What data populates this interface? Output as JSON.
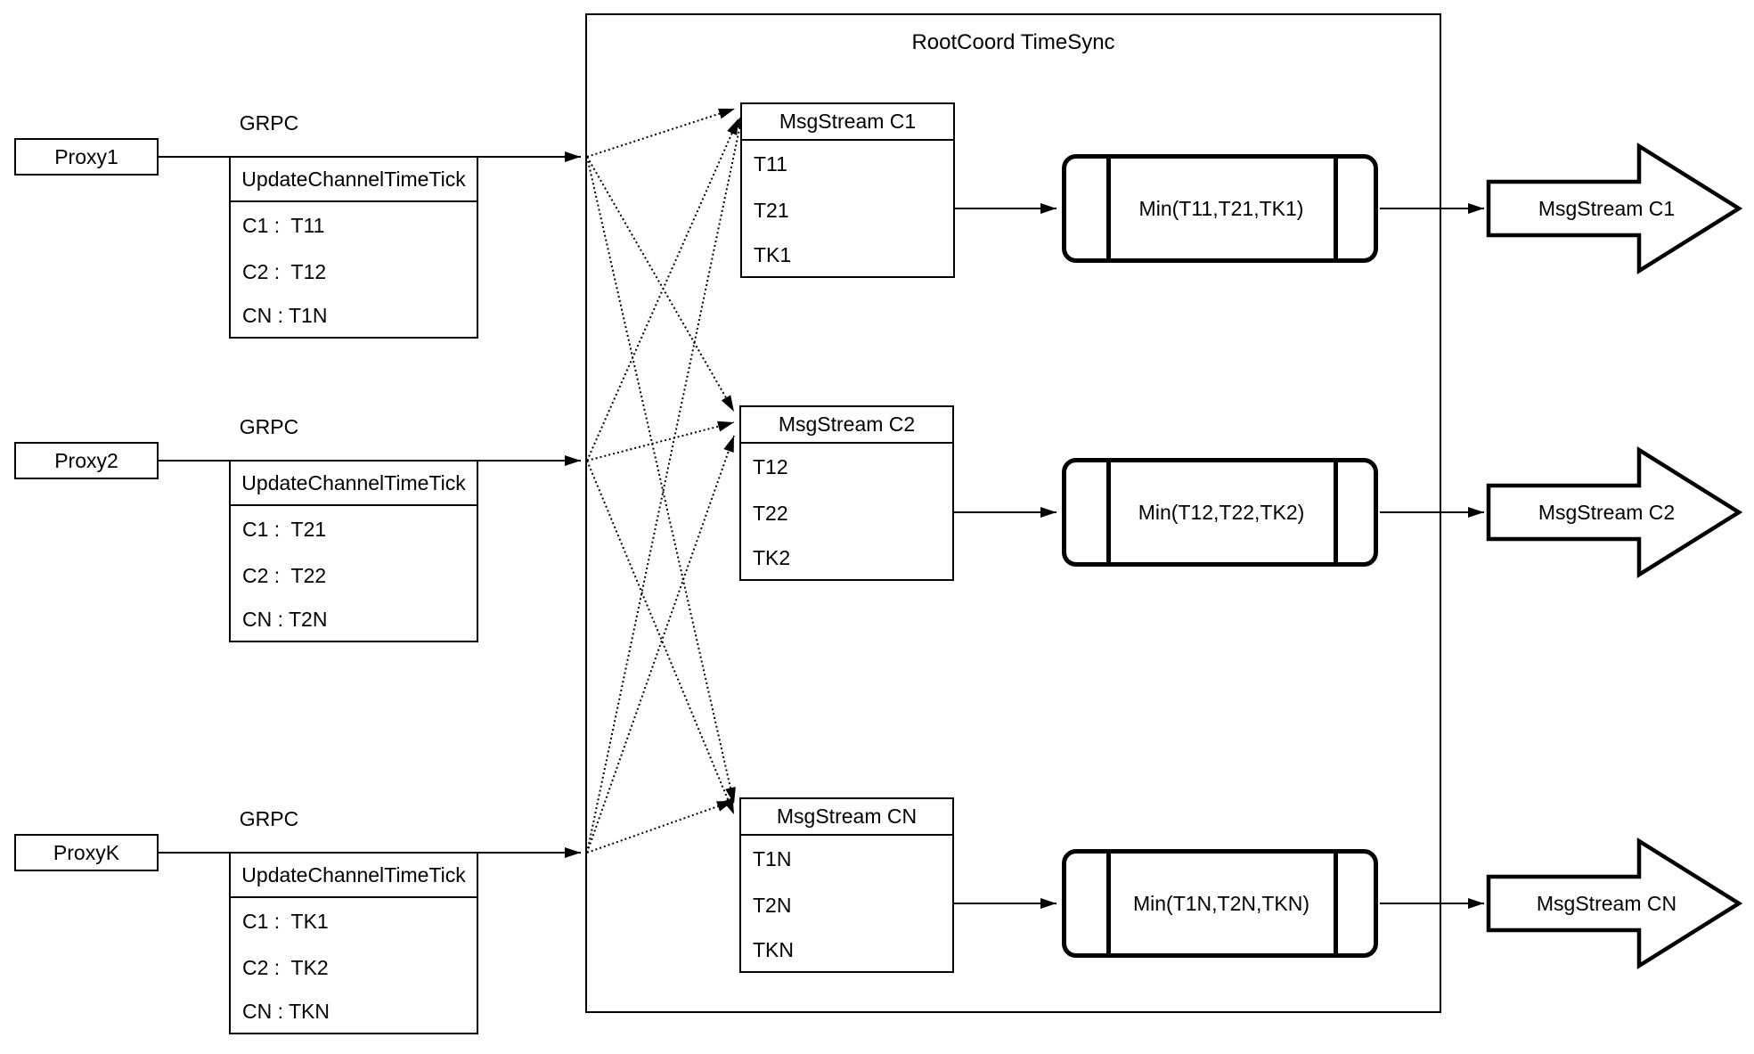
{
  "diagram_title": "RootCoord TimeSync",
  "colors": {
    "line": "#000000",
    "background": "#ffffff"
  },
  "rows": [
    {
      "proxy": "Proxy1",
      "transport": "GRPC",
      "update_table": {
        "header": "UpdateChannelTimeTick",
        "entries": [
          "C1 :  T11",
          "C2 :  T12",
          "CN : T1N"
        ]
      },
      "msg_table": {
        "header": "MsgStream C1",
        "entries": [
          "T11",
          "T21",
          "TK1"
        ]
      },
      "min_label": "Min(T11,T21,TK1)",
      "out_label": "MsgStream C1"
    },
    {
      "proxy": "Proxy2",
      "transport": "GRPC",
      "update_table": {
        "header": "UpdateChannelTimeTick",
        "entries": [
          "C1 :  T21",
          "C2 :  T22",
          "CN : T2N"
        ]
      },
      "msg_table": {
        "header": "MsgStream C2",
        "entries": [
          "T12",
          "T22",
          "TK2"
        ]
      },
      "min_label": "Min(T12,T22,TK2)",
      "out_label": "MsgStream C2"
    },
    {
      "proxy": "ProxyK",
      "transport": "GRPC",
      "update_table": {
        "header": "UpdateChannelTimeTick",
        "entries": [
          "C1 :  TK1",
          "C2 :  TK2",
          "CN : TKN"
        ]
      },
      "msg_table": {
        "header": "MsgStream CN",
        "entries": [
          "T1N",
          "T2N",
          "TKN"
        ]
      },
      "min_label": "Min(T1N,T2N,TKN)",
      "out_label": "MsgStream CN"
    }
  ]
}
